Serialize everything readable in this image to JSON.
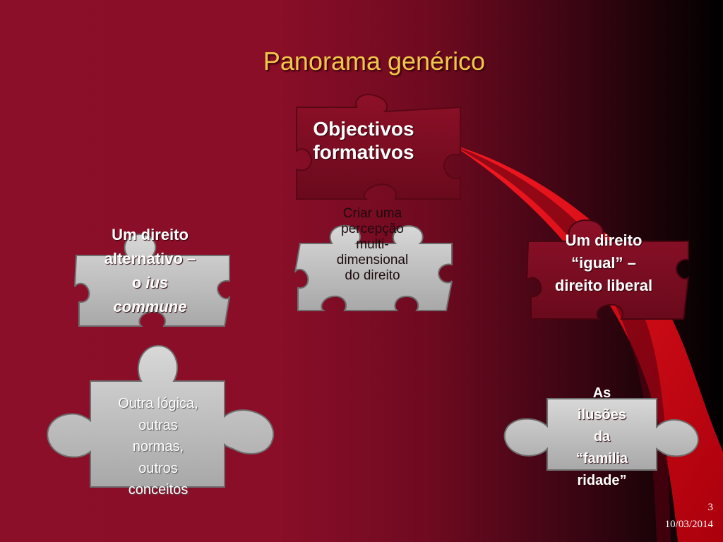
{
  "slide": {
    "title": "Panorama genérico",
    "page_number": "3",
    "date": "10/03/2014"
  },
  "pieces": {
    "top": [
      "Objectivos",
      "formativos"
    ],
    "center": [
      "Criar uma",
      "percepção",
      "multi-",
      "dimensional",
      "do direito"
    ],
    "left": {
      "lines": [
        "Um direito",
        "alternativo –"
      ],
      "line3_prefix": "o ",
      "line3_italic": "ius",
      "line4_italic": "commune"
    },
    "right": [
      "Um direito",
      "“igual” –",
      "direito liberal"
    ],
    "bottom_left": [
      "Outra lógica,",
      "outras",
      "normas,",
      "outros",
      "conceitos"
    ],
    "bottom_right": [
      "As",
      "ilusões",
      "da",
      "“familia",
      "ridade”"
    ]
  },
  "colors": {
    "background": "#8c0f2a",
    "title": "#f2c64b",
    "grey_piece": "#c4c4c4",
    "red_piece": "#7e0b22",
    "ribbon": "#e8101e"
  }
}
